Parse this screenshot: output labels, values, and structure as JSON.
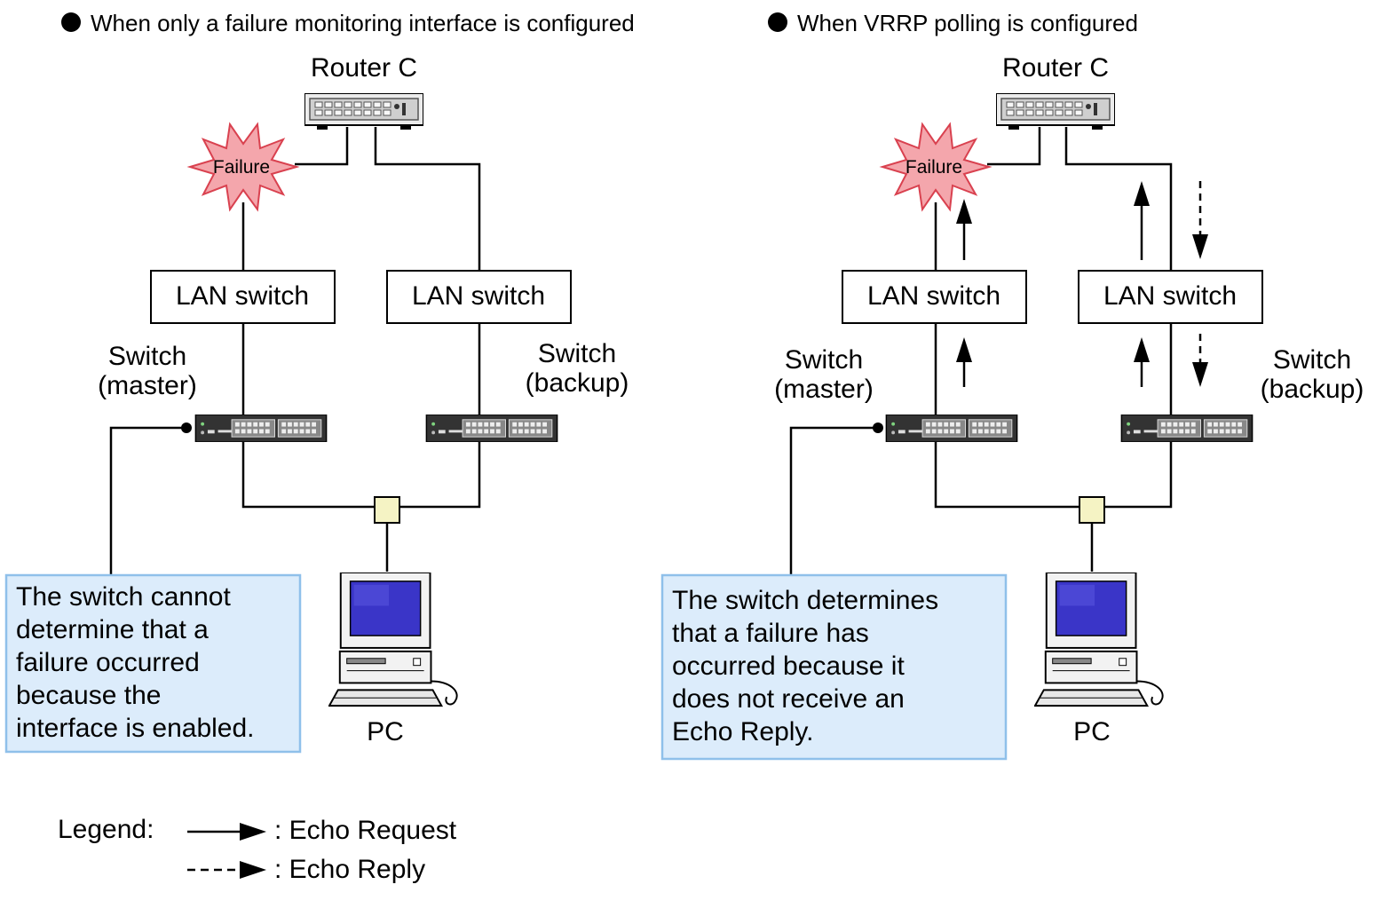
{
  "left_panel": {
    "heading": "When only a failure monitoring interface is configured",
    "router_label": "Router C",
    "failure_label": "Failure",
    "lan_switch_master_label": "LAN switch",
    "lan_switch_backup_label": "LAN switch",
    "switch_master_label": [
      "Switch",
      "(master)"
    ],
    "switch_backup_label": [
      "Switch",
      "(backup)"
    ],
    "pc_label": "PC",
    "note_lines": [
      "The switch cannot",
      "determine that a",
      "failure occurred",
      "because the",
      "interface is enabled."
    ]
  },
  "right_panel": {
    "heading": "When VRRP polling is configured",
    "router_label": "Router C",
    "failure_label": "Failure",
    "lan_switch_master_label": "LAN switch",
    "lan_switch_backup_label": "LAN switch",
    "switch_master_label": [
      "Switch",
      "(master)"
    ],
    "switch_backup_label": [
      "Switch",
      "(backup)"
    ],
    "pc_label": "PC",
    "note_lines": [
      "The switch determines",
      "that a failure has",
      "occurred because it",
      "does not receive an",
      "Echo Reply."
    ]
  },
  "legend": {
    "title": "Legend:",
    "items": [
      {
        "style": "solid",
        "label": ": Echo Request"
      },
      {
        "style": "dashed",
        "label": ": Echo Reply"
      }
    ]
  },
  "colors": {
    "failure_fill": "#f4a6ac",
    "failure_stroke": "#d9414f",
    "note_fill": "#dcecfb",
    "note_stroke": "#8fc0ea",
    "hub_fill": "#f5f3c4",
    "monitor_screen": "#3a35c8",
    "switch_body": "#333333"
  }
}
